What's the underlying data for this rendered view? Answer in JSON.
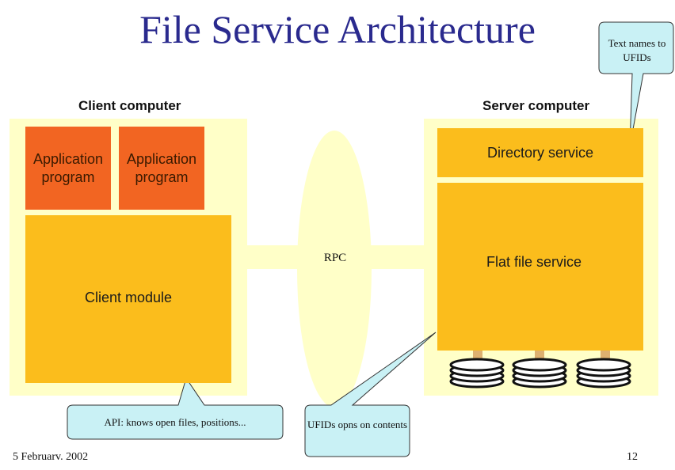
{
  "title": "File Service Architecture",
  "client": {
    "label": "Client computer",
    "app1": "Application program",
    "app2": "Application program",
    "module": "Client module"
  },
  "server": {
    "label": "Server computer",
    "directory": "Directory service",
    "flat": "Flat file service"
  },
  "rpc": "RPC",
  "callouts": {
    "text_names": "Text names to UFIDs",
    "api": "API: knows open files, positions...",
    "ufids": "UFIDs opns on contents"
  },
  "footer": {
    "date": "5 Februarv. 2002",
    "page": "12"
  },
  "colors": {
    "panel": "#ffffc8",
    "orange": "#f26522",
    "gold": "#fbbd1c",
    "callout": "#c9f1f5",
    "title": "#2a2a8e"
  }
}
